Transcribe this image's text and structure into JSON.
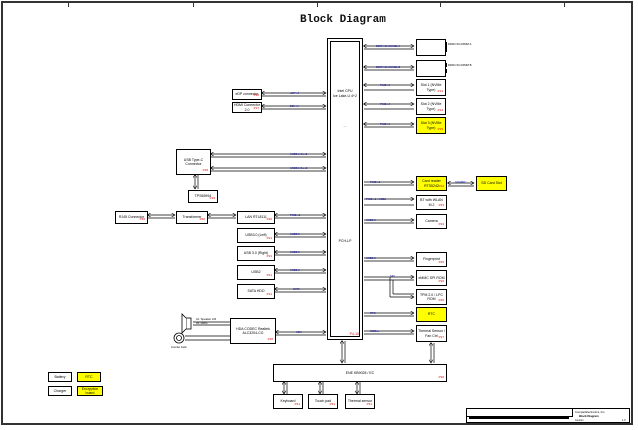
{
  "title": "Block Diagram",
  "cpu": {
    "name": "Intel CPU",
    "sub": "Ice Lake-U 4+2",
    "dots": "...",
    "pch": "PCH-LP",
    "page": "P4-10"
  },
  "right_blocks": [
    {
      "id": "dimm1",
      "label": "DDR4 SO-DIMM A",
      "page": "P11",
      "bus": "DDR4 CHANNEL A"
    },
    {
      "id": "dimm2",
      "label": "DDR4 SO-DIMM B",
      "page": "P12",
      "bus": "DDR4 CHANNEL B"
    },
    {
      "id": "ssd1",
      "label": "Slot 1 (NVMe Type)",
      "page": "P13",
      "bus": "PCIE x4"
    },
    {
      "id": "ssd2",
      "label": "Slot 2 (NVMe Type)",
      "page": "P14",
      "bus": "PCIE x4"
    },
    {
      "id": "ssd3",
      "label": "Slot 3 (NVMe Type)",
      "page": "P15",
      "bus": "PCIE x4"
    },
    {
      "id": "cardreader",
      "label": "Card reader RTS5242",
      "page": "P22",
      "bus": "PCIE x1"
    },
    {
      "id": "sdcard",
      "label": "SD Card Slot",
      "page": "",
      "bus": "SD/MMC"
    },
    {
      "id": "bt",
      "label": "BT with WLAN M.2",
      "page": "P23",
      "bus": "PCIE x1 / USB2"
    },
    {
      "id": "camera",
      "label": "Camera",
      "page": "P24",
      "bus": "USB2.0"
    },
    {
      "id": "finger",
      "label": "Fingerprint",
      "page": "P25",
      "bus": "USB2.0"
    },
    {
      "id": "ssd_conn",
      "label": "eMMC SPI ROM",
      "page": "P26",
      "bus": "SPI"
    },
    {
      "id": "tpm",
      "label": "TPM 2.0 / LPC ROM",
      "page": "P26",
      "bus": ""
    },
    {
      "id": "rtc",
      "label": "RTC",
      "page": "",
      "bus": "RTC"
    },
    {
      "id": "thermal",
      "label": "Thermal Sensor / Fan Ctrl",
      "page": "P27",
      "bus": "SMBus"
    }
  ],
  "left_blocks": [
    {
      "id": "dp",
      "label": "eDP connector",
      "page": "P16",
      "bus": "eDP x4"
    },
    {
      "id": "hdmi",
      "label": "HDMI Connector 2.0",
      "page": "P17",
      "bus": "DDI x4"
    },
    {
      "id": "usbc",
      "label": "USB Type-C Connector",
      "page": "P18",
      "bus": "USB3.1 Gen2"
    },
    {
      "id": "tps",
      "label": "TPS65994",
      "page": "P19"
    },
    {
      "id": "rj45",
      "label": "RJ45 Connector",
      "page": "P20"
    },
    {
      "id": "transformer",
      "label": "Transformer",
      "page": "P20"
    },
    {
      "id": "lan",
      "label": "LAN RTL8111",
      "page": "P20",
      "bus": "PCIE x1"
    },
    {
      "id": "usb3",
      "label": "USB3.0 (Left)",
      "page": "P21",
      "bus": "USB3.0"
    },
    {
      "id": "usb3b",
      "label": "USB 3.0 (Right)",
      "page": "P21",
      "bus": "USB3.0"
    },
    {
      "id": "usb2",
      "label": "USB2",
      "page": "P21",
      "bus": "USB2.0"
    },
    {
      "id": "ssd_sata",
      "label": "SATA HDD",
      "page": "P21",
      "bus": "SATA"
    },
    {
      "id": "codec",
      "label": "HDA CODEC Realtek ALC3204-CG",
      "page": "P28",
      "bus": "HDA"
    }
  ],
  "audio": {
    "speaker": "Int. Speaker L/R",
    "mic": "Int. DMIC",
    "jack": "Combo Jack",
    "page": "P28"
  },
  "ec": {
    "label": "ENE KB9028 / EC",
    "page": "P30",
    "children": [
      {
        "label": "Keyboard",
        "page": "P31"
      },
      {
        "label": "Touch pad",
        "page": "P31"
      },
      {
        "label": "Thermal sensor",
        "page": "P31"
      }
    ]
  },
  "legend": [
    {
      "label": "Battery",
      "yellow": false
    },
    {
      "label": "RTC",
      "yellow": true
    },
    {
      "label": "Charger",
      "yellow": false
    },
    {
      "label": "Encryption board",
      "yellow": true
    }
  ],
  "title_block": {
    "company": "Compal Electronics, Inc.",
    "doc": "Block Diagram",
    "size": "Custom",
    "rev": "1.0"
  },
  "colors": {
    "highlight": "#ffff00",
    "bus": "#0000a0",
    "page": "#dd0000"
  }
}
